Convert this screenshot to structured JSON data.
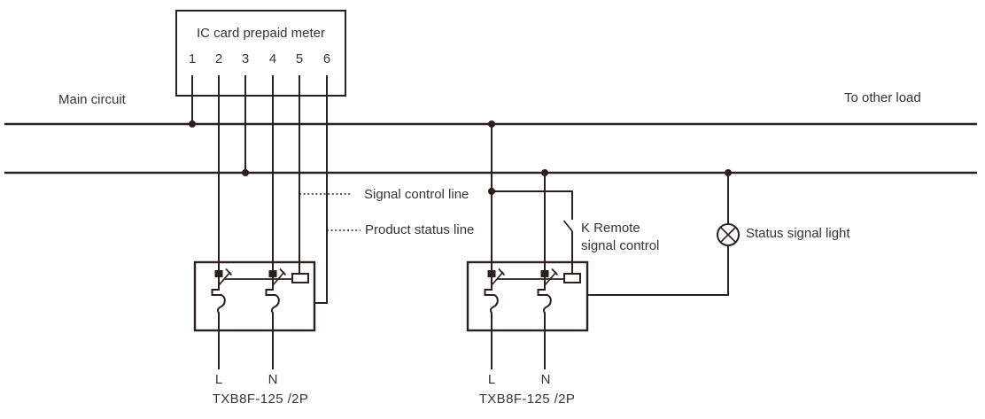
{
  "meter": {
    "label": "IC card prepaid meter",
    "terminals": [
      "1",
      "2",
      "3",
      "4",
      "5",
      "6"
    ]
  },
  "labels": {
    "main_circuit": "Main circuit",
    "to_other_load": "To other load",
    "signal_control_line": "Signal control line",
    "product_status_line": "Product status line",
    "k_remote_line1": "K Remote",
    "k_remote_line2": "signal control",
    "status_signal_light": "Status signal light"
  },
  "breakers": [
    {
      "left_terminal": "L",
      "right_terminal": "N",
      "model": "TXB8F-125 /2P"
    },
    {
      "left_terminal": "L",
      "right_terminal": "N",
      "model": "TXB8F-125 /2P"
    }
  ],
  "colors": {
    "line": "#2a201d",
    "text": "#3b322e",
    "background": "#ffffff"
  }
}
